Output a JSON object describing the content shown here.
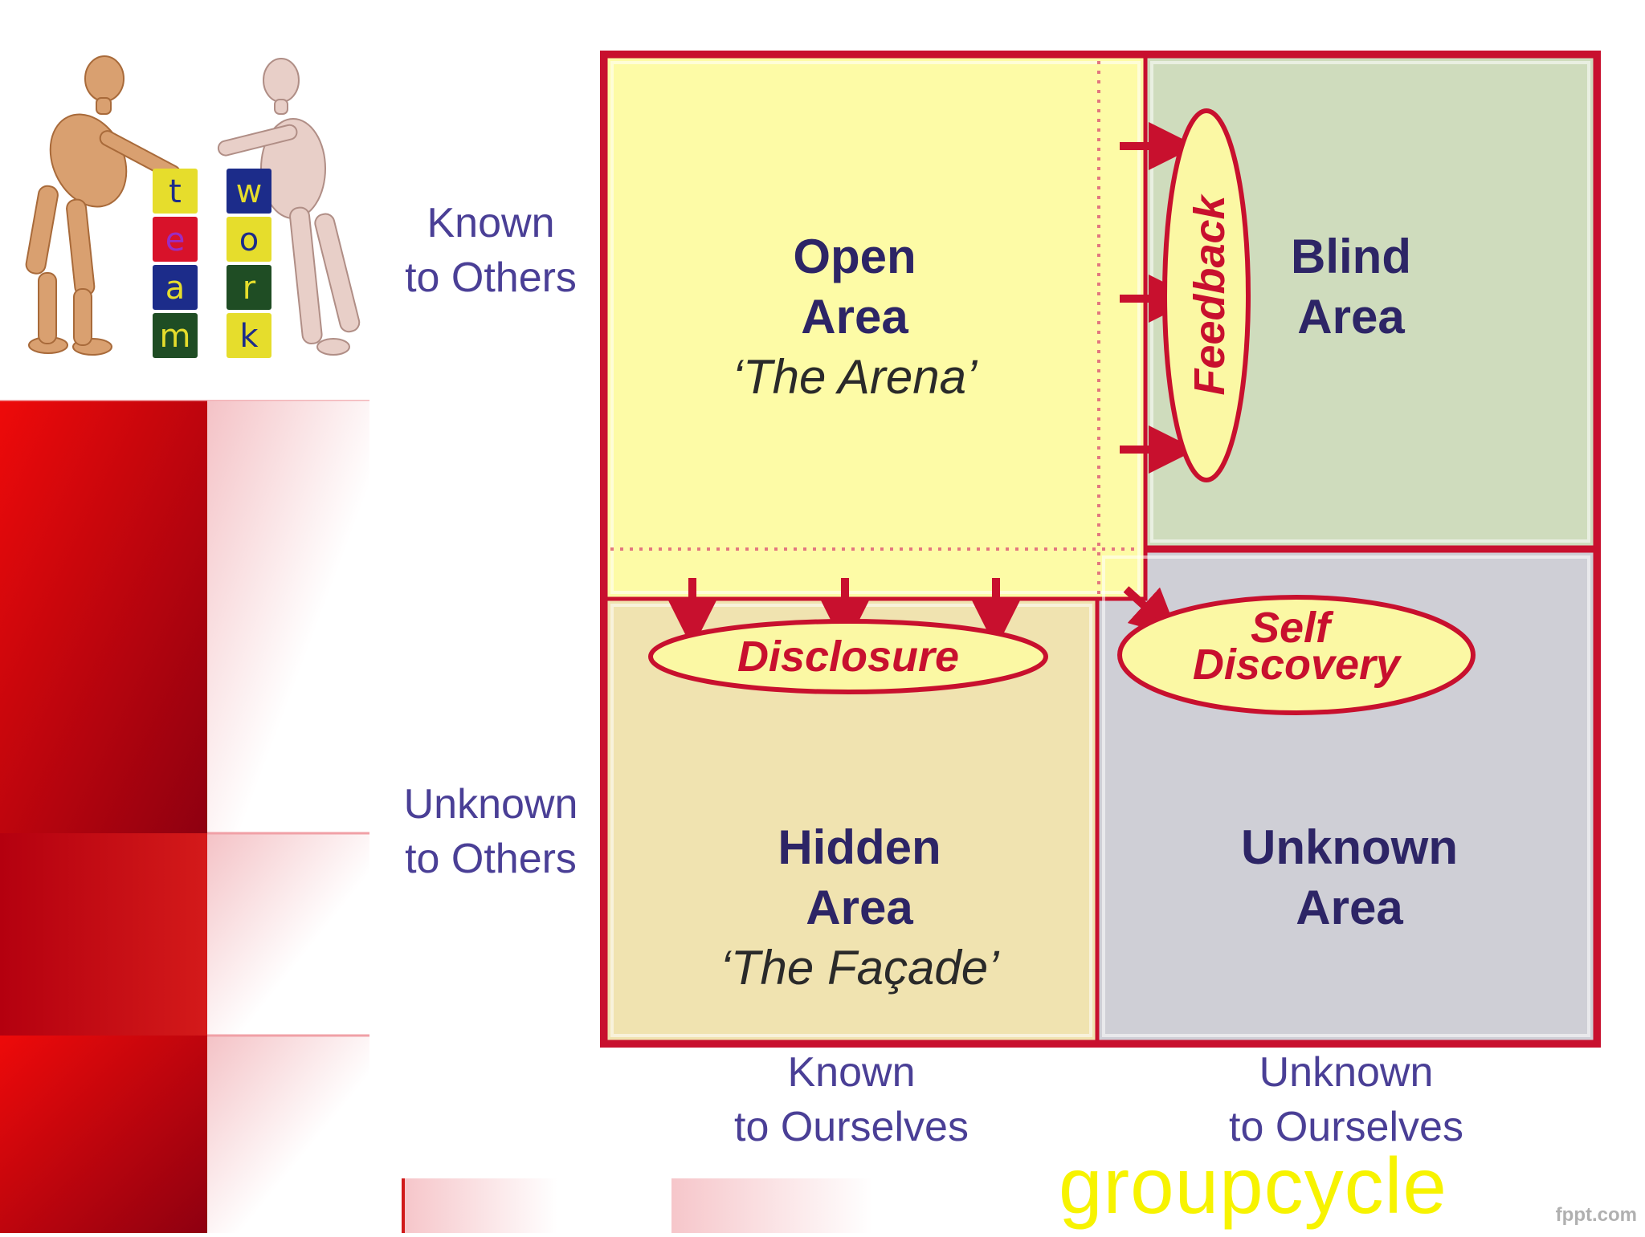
{
  "illustration": {
    "blocks_left": [
      "t",
      "e",
      "a",
      "m"
    ],
    "blocks_right": [
      "w",
      "o",
      "r",
      "k"
    ],
    "block_colors_left": [
      "#e6dd2c",
      "#d8122a",
      "#1c2c8a",
      "#1f4d24"
    ],
    "block_colors_right": [
      "#1c2c8a",
      "#e6dd2c",
      "#1f4d24",
      "#e6dd2c"
    ],
    "letter_colors_left": [
      "#1c2c8a",
      "#9b2cc2",
      "#e6dd2c",
      "#e6dd2c"
    ],
    "letter_colors_right": [
      "#e6dd2c",
      "#1c2c8a",
      "#e6dd2c",
      "#1c2c8a"
    ]
  },
  "axes": {
    "known_to_others": [
      "Known",
      "to Others"
    ],
    "unknown_to_others": [
      "Unknown",
      "to Others"
    ],
    "known_to_ourselves": [
      "Known",
      "to Ourselves"
    ],
    "unknown_to_ourselves": [
      "Unknown",
      "to Ourselves"
    ]
  },
  "quadrants": {
    "open": {
      "title": [
        "Open",
        "Area"
      ],
      "subtitle": "‘The Arena’",
      "color": "#fdfba6"
    },
    "blind": {
      "title": [
        "Blind",
        "Area"
      ],
      "color": "#cfdcbd"
    },
    "hidden": {
      "title": [
        "Hidden",
        "Area"
      ],
      "subtitle": "‘The Façade’",
      "color": "#f0e3b0"
    },
    "unknown": {
      "title": [
        "Unknown",
        "Area"
      ],
      "color": "#cfcfd6"
    }
  },
  "processes": {
    "feedback": "Feedback",
    "disclosure": "Disclosure",
    "self_discovery": [
      "Self",
      "Discovery"
    ]
  },
  "colors": {
    "frame": "#c8102e",
    "label_text": "#4a3f96",
    "process_text": "#c8102e",
    "ellipse_fill": "#fbf8a4"
  },
  "brand": "groupcycle",
  "watermark": "fppt.com"
}
